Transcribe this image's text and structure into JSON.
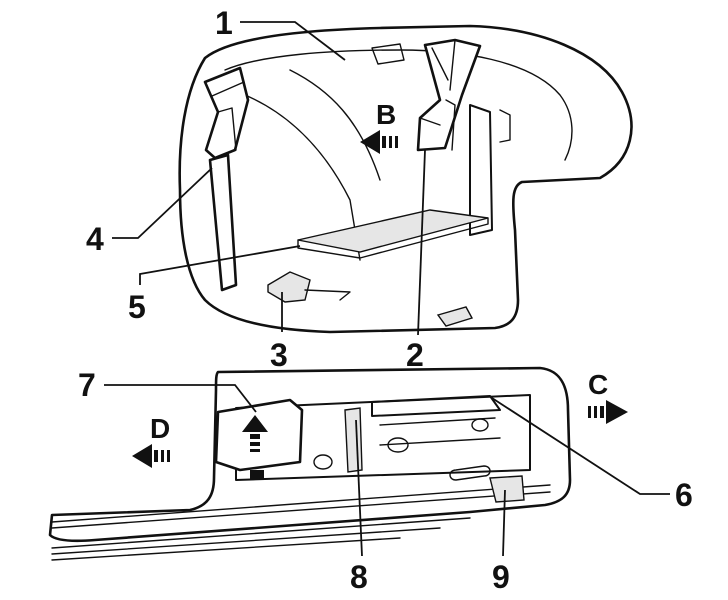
{
  "callouts": {
    "c1": "1",
    "c2": "2",
    "c3": "3",
    "c4": "4",
    "c5": "5",
    "c6": "6",
    "c7": "7",
    "c8": "8",
    "c9": "9"
  },
  "direction_letters": {
    "b": "B",
    "c": "C",
    "d": "D"
  },
  "colors": {
    "ink": "#111111",
    "shade": "#e6e6e6",
    "background": "#ffffff"
  }
}
